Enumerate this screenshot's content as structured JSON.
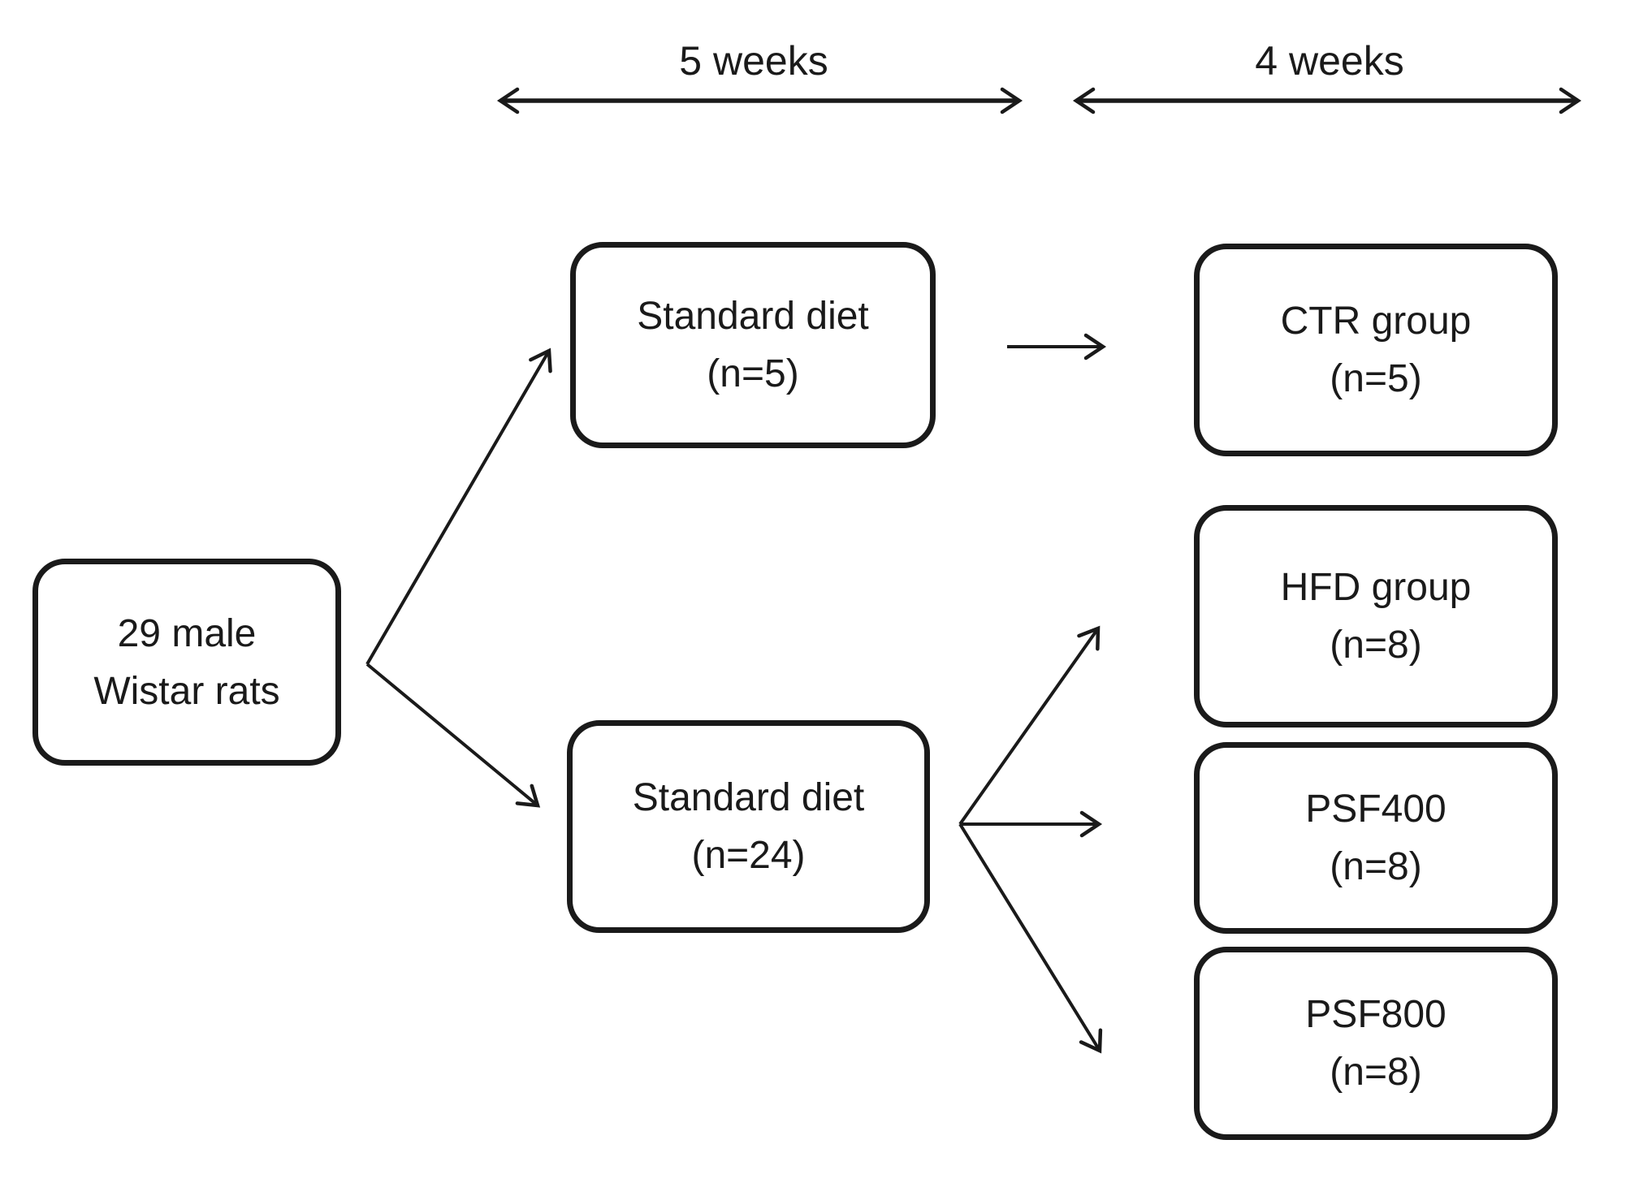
{
  "diagram": {
    "colors": {
      "stroke": "#1a1a1a",
      "background": "#ffffff"
    },
    "timeline": {
      "phase1_label": "5 weeks",
      "phase2_label": "4 weeks"
    },
    "nodes": {
      "source": {
        "line1": "29 male",
        "line2": "Wistar rats"
      },
      "diet_top": {
        "line1": "Standard diet",
        "line2": "(n=5)"
      },
      "diet_bottom": {
        "line1": "Standard diet",
        "line2": "(n=24)"
      },
      "ctr": {
        "line1": "CTR group",
        "line2": "(n=5)"
      },
      "hfd": {
        "line1": "HFD group",
        "line2": "(n=8)"
      },
      "psf400": {
        "line1": "PSF400",
        "line2": "(n=8)"
      },
      "psf800": {
        "line1": "PSF800",
        "line2": "(n=8)"
      }
    }
  }
}
